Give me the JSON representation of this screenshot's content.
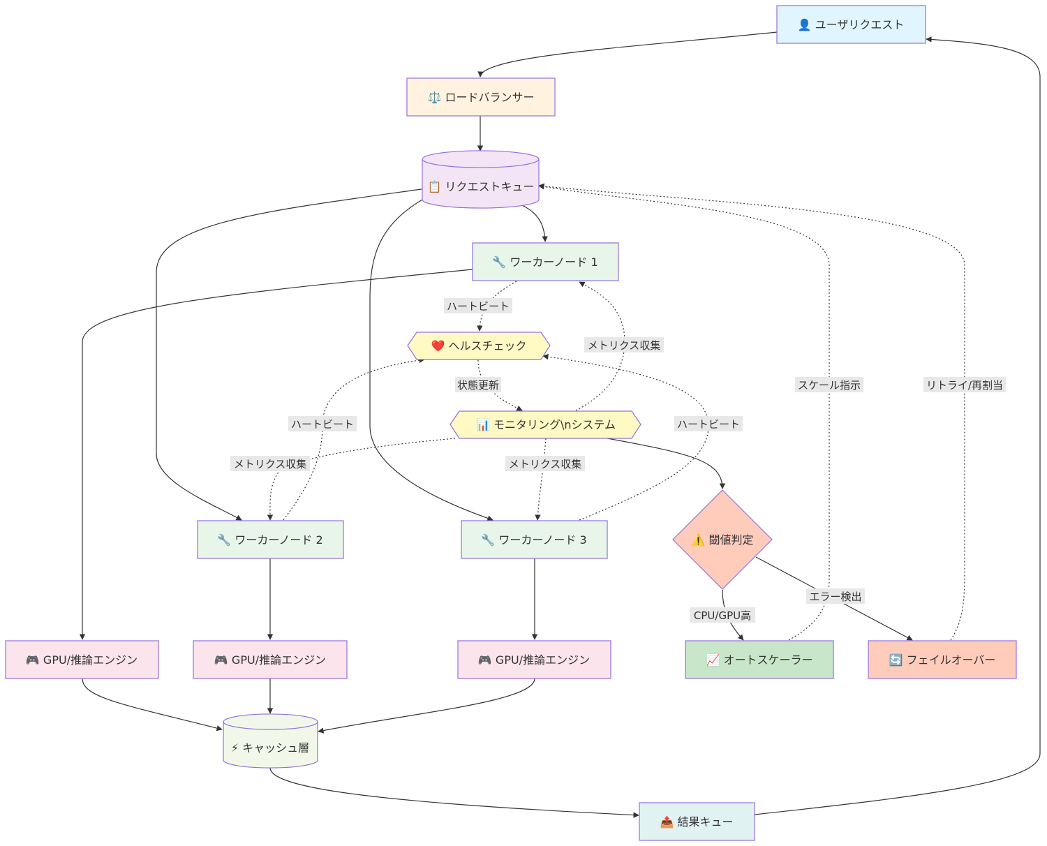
{
  "nodes": {
    "user_request": {
      "label": "👤 ユーザリクエスト",
      "fill": "#e1f5fe"
    },
    "load_balancer": {
      "label": "⚖️ ロードバランサー",
      "fill": "#fff3e0"
    },
    "request_queue": {
      "label": "📋 リクエストキュー",
      "fill": "#f3e5f5"
    },
    "worker_1": {
      "label": "🔧 ワーカーノード 1",
      "fill": "#e8f5e9"
    },
    "worker_2": {
      "label": "🔧 ワーカーノード 2",
      "fill": "#e8f5e9"
    },
    "worker_3": {
      "label": "🔧 ワーカーノード 3",
      "fill": "#e8f5e9"
    },
    "health_check": {
      "label": "❤️ ヘルスチェック",
      "fill": "#fff9c4"
    },
    "monitoring": {
      "label": "📊 モニタリング\\nシステム",
      "fill": "#fff9c4"
    },
    "threshold": {
      "label": "⚠️ 閾値判定",
      "fill": "#ffccbc"
    },
    "gpu_1": {
      "label": "🎮 GPU/推論エンジン",
      "fill": "#fce4ec"
    },
    "gpu_2": {
      "label": "🎮 GPU/推論エンジン",
      "fill": "#fce4ec"
    },
    "gpu_3": {
      "label": "🎮 GPU/推論エンジン",
      "fill": "#fce4ec"
    },
    "autoscaler": {
      "label": "📈 オートスケーラー",
      "fill": "#c8e6c9"
    },
    "failover": {
      "label": "🔄 フェイルオーバー",
      "fill": "#ffccbc"
    },
    "cache": {
      "label": "⚡ キャッシュ層",
      "fill": "#f1f8e9"
    },
    "result_queue": {
      "label": "📤 結果キュー",
      "fill": "#e0f2f1"
    }
  },
  "edge_labels": {
    "heartbeat_1": "ハートビート",
    "heartbeat_2": "ハートビート",
    "heartbeat_3": "ハートビート",
    "status_update": "状態更新",
    "metrics_1": "メトリクス収集",
    "metrics_2": "メトリクス収集",
    "metrics_3": "メトリクス収集",
    "scale_instruction": "スケール指示",
    "retry_reassign": "リトライ/再割当",
    "cpu_gpu_high": "CPU/GPU高",
    "error_detect": "エラー検出"
  },
  "colors": {
    "node_border": "#9370db",
    "edge": "#333333",
    "edge_label_bg": "#e8e8e8"
  }
}
